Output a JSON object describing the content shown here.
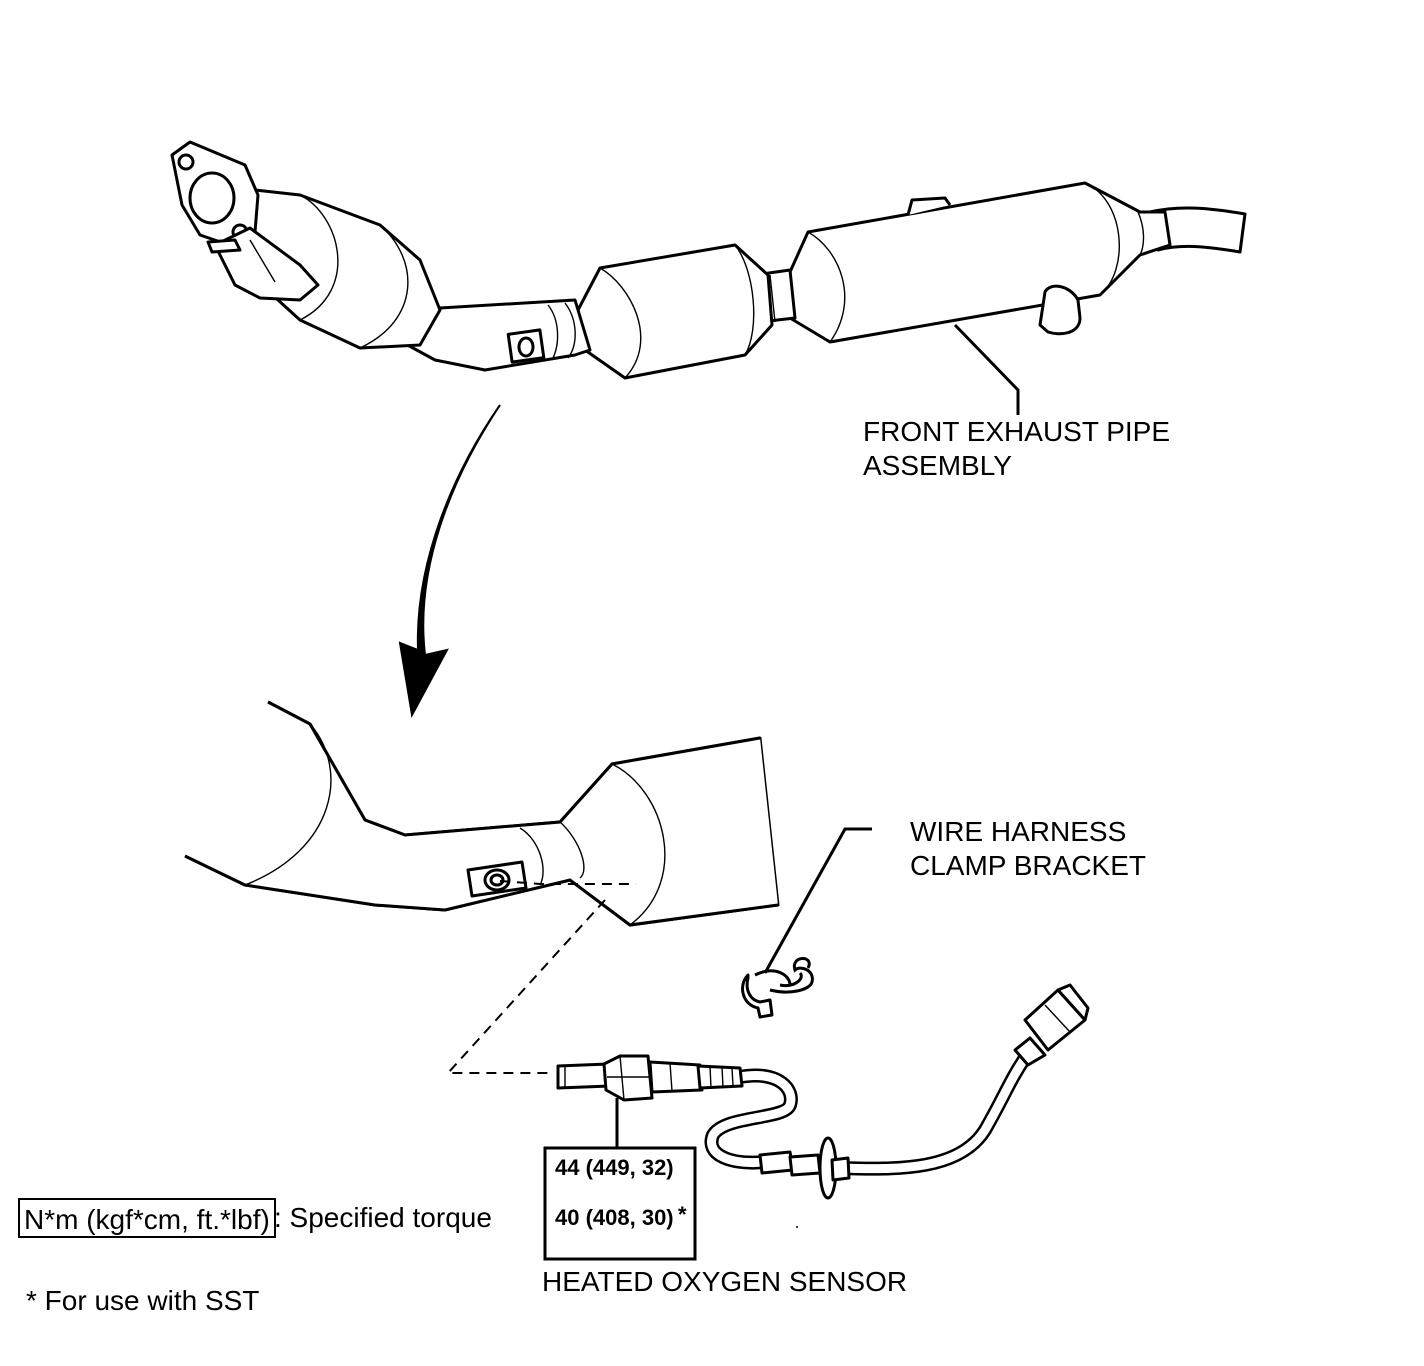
{
  "labels": {
    "front_exhaust_pipe_line1": "FRONT EXHAUST PIPE",
    "front_exhaust_pipe_line2": "ASSEMBLY",
    "wire_harness_line1": "WIRE HARNESS",
    "wire_harness_line2": "CLAMP BRACKET",
    "heated_oxygen_sensor": "HEATED OXYGEN SENSOR"
  },
  "torque": {
    "standard": "44 (449, 32)",
    "with_sst": "40 (408, 30)",
    "with_sst_mark": "*"
  },
  "legend": {
    "unit_box": "N*m (kgf*cm, ft.*lbf)",
    "unit_desc": ": Specified torque",
    "sst_note": "* For use with SST"
  }
}
